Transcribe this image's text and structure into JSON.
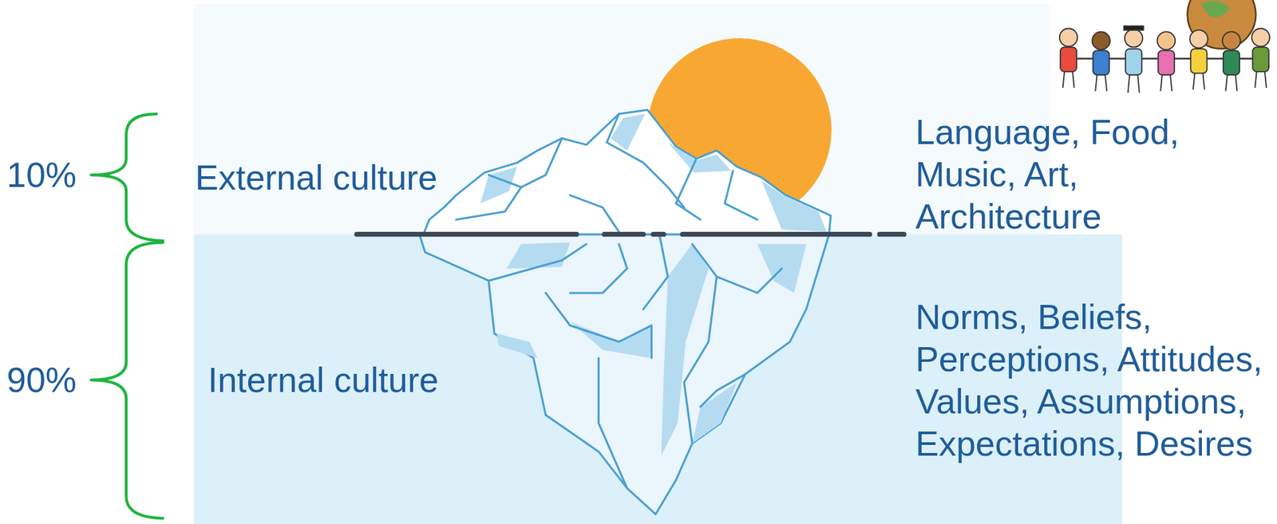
{
  "diagram": {
    "labels": [
      "10%",
      "External culture",
      "Language, Food, Music, Art, Architecture",
      "90%",
      "Internal culture",
      "Norms, Beliefs, Perceptions, Attitudes, Values, Assumptions, Expectations, Desires"
    ]
  }
}
